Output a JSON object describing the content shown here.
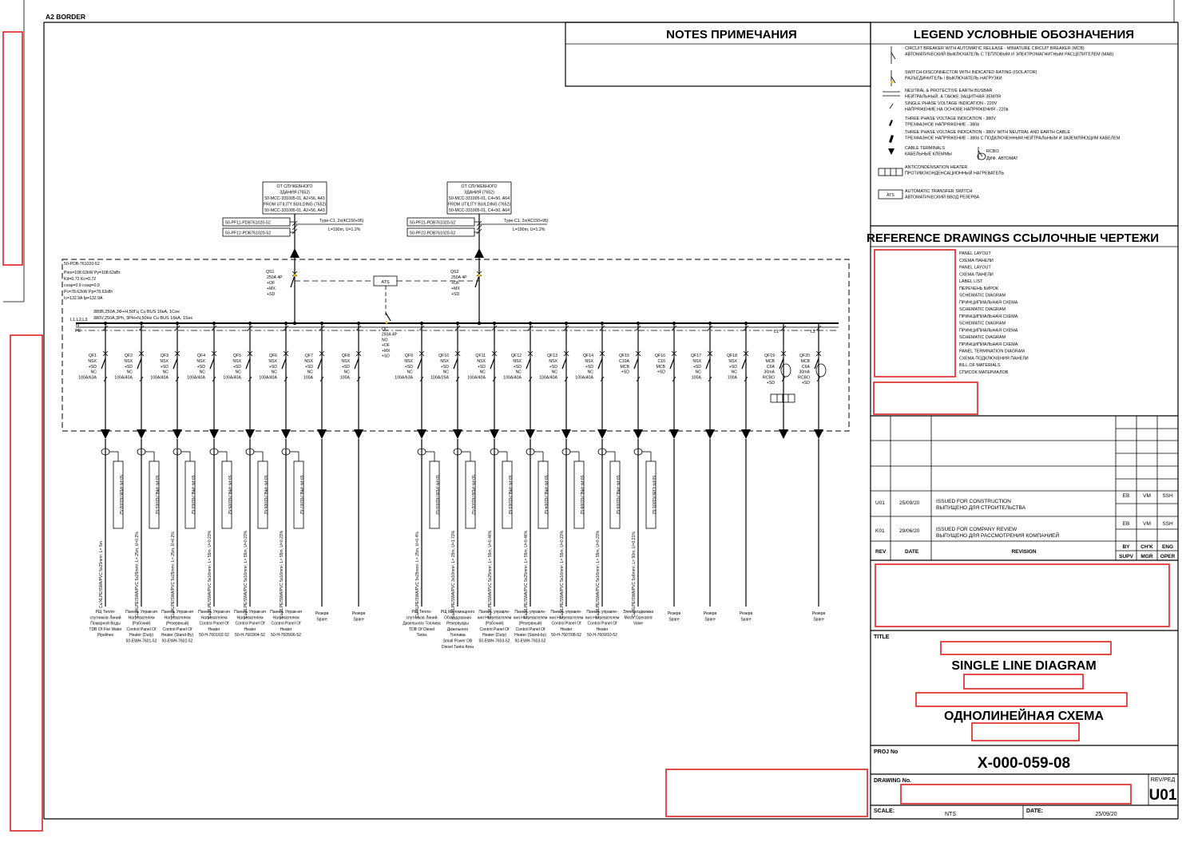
{
  "sheet": {
    "border_label": "A2  BORDER"
  },
  "notes": {
    "title": "NOTES    ПРИМЕЧАНИЯ"
  },
  "legend": {
    "title": "LEGEND   УСЛОВНЫЕ ОБОЗНАЧЕНИЯ",
    "items": [
      [
        "CIRCUIT BREAKER WITH AUTOMATIC RELEASE - MINIATURE CIRCUIT BREAKER (MCB)",
        "АВТОМАТИЧЕСКИЙ ВЫКЛЮЧАТЕЛЬ С ТЕПЛОВЫМ И ЭЛЕКТРОМАГНИТНЫМ РАСЦЕПИТЕЛЕМ (МАВ)"
      ],
      [
        "SWITCH-DISCONNECTOR WITH INDICATED RATING (ISOLATOR)",
        "РАЗЪЕДИНИТЕЛЬ / ВЫКЛЮЧАТЕЛЬ НАГРУЗКИ"
      ],
      [
        "NEUTRAL & PROTECTIVE EARTH BUSBAR",
        "НЕЙТРАЛЬНЫЙ, А ТАКЖЕ ЗАЩИТНАЯ ЗЕМЛЯ"
      ],
      [
        "SINGLE PHASE VOLTAGE INDICATION - 220V",
        "НАПРЯЖЕНИЕ НА ОСНОВЕ НАПРЯЖЕНИЯ - 220в"
      ],
      [
        "THREE PHASE VOLTAGE INDICATION - 380V",
        "ТРЕХФАЗНОЕ НАПРЯЖЕНИЕ - 380в"
      ],
      [
        "THREE PHASE VOLTAGE INDICATION - 380V WITH NEUTRAL AND EARTH CABLE",
        "ТРЕХФАЗНОЕ НАПРЯЖЕНИЕ - 380в С ПОДКЛЮЧЕННЫМ НЕЙТРАЛЬНЫМ И ЗАЗЕМЛЯЮЩИМ КАБЕЛЕМ"
      ],
      [
        "CABLE TERMINALS",
        "КАБЕЛЬНЫЕ КЛЕММЫ"
      ],
      [
        "ANTICONDENSATION HEATER",
        "ПРОТИВОКОНДЕНСАЦИОННЫЙ НАГРЕВАТЕЛЬ"
      ],
      [
        "AUTOMATIC TRANSFER SWITCH",
        "АВТОМАТИЧЕСКИЙ ВВОД РЕЗЕРВА"
      ]
    ],
    "rcbo": [
      "RCBO",
      "ДИФ. АВТОМАТ"
    ],
    "ats_symbol": "ATS"
  },
  "reference": {
    "title": "REFERENCE DRAWINGS    ССЫЛОЧНЫЕ ЧЕРТЕЖИ",
    "items": [
      "PANEL LAYOUT",
      "СХЕМА ПАНЕЛИ",
      "PANEL LAYOUT",
      "СХЕМА ПАНЕЛИ",
      "LABEL LIST",
      "ПЕРЕЧЕНЬ БИРОК",
      "SCHEMATIC DIAGRAM",
      "ПРИНЦИПИАЛЬНАЯ СХЕМА",
      "SCHEMATIC DIAGRAM",
      "ПРИНЦИПИАЛЬНАЯ СХЕМА",
      "SCHEMATIC DIAGRAM",
      "ПРИНЦИПИАЛЬНАЯ СХЕМА",
      "SCHEMATIC DIAGRAM",
      "ПРИНЦИПИАЛЬНАЯ СХЕМА",
      "PANEL TERMINATION DIAGRAM",
      "СХЕМА ПОДКЛЮЧЕНИЯ ПАНЕЛИ",
      "BILL OF MATERIALS",
      "СПИСОК МАТЕРИАЛОВ"
    ]
  },
  "revisions": {
    "rows": [
      {
        "rev": "U01",
        "date": "25/09/20",
        "desc1": "ISSUED FOR CONSTRUCTION",
        "desc2": "ВЫПУЩЕНО ДЛЯ СТРОИТЕЛЬСТВА",
        "by": "EB",
        "chk": "VM",
        "eng": "SSH"
      },
      {
        "rev": "K01",
        "date": "29/06/20",
        "desc1": "ISSUED FOR COMPANY REVIEW",
        "desc2": "ВЫПУЩЕНО ДЛЯ РАССМОТРЕНИЯ КОМПАНИЕЙ",
        "by": "EB",
        "chk": "VM",
        "eng": "SSH"
      }
    ],
    "headers": {
      "rev": "REV",
      "date": "DATE",
      "revision": "REVISION",
      "by": "BY",
      "chk": "CH'K",
      "eng": "ENG",
      "supv": "SUPV",
      "mgr": "MGR",
      "oper": "OPER"
    }
  },
  "title_block": {
    "title_label": "TITLE",
    "title_en": "SINGLE LINE DIAGRAM",
    "title_ru": "ОДНОЛИНЕЙНАЯ СХЕМА",
    "proj_label": "PROJ No",
    "proj_no": "X-000-059-08",
    "drawing_label": "DRAWING No.",
    "rev_label": "REV/РЕД",
    "rev": "U01",
    "scale_label": "SCALE:",
    "scale": "NTS",
    "date_label": "DATE:",
    "date": "25/09/20"
  },
  "diagram": {
    "feeder1": {
      "lines": [
        "ОТ СЛУЖЕБНОГО",
        "ЗДАНИЯ (7652)",
        "50-MCC-331005-01, A2+56, A43",
        "FROM UTILITY BUILDING (7652)",
        "50-MCC-331005-01, A2+56, A43"
      ],
      "tag1": "50-PF11-PDB761020-52",
      "tag2": "50-PF12-PDB761020-52",
      "cable": "Type-C1, 2x(4C150+95)",
      "len": "L=190m, U=1.2%"
    },
    "feeder2": {
      "lines": [
        "ОТ СЛУЖЕБНОГО",
        "ЗДАНИЯ (7652)",
        "50-MCC-331005-01, C4+50, A64",
        "FROM UTILITY BUILDING (7652)",
        "50-MCC-331005-01, C4+50, A64"
      ],
      "tag1": "50-PF21-PDB761020-52",
      "tag2": "50-PF22-PDB761020-52",
      "cable": "Type-C1, 2x(4C150+95)",
      "len": "L=190m, U=1.2%"
    },
    "panel": {
      "lines": [
        "50-PDB-761020-52",
        "Pins=108.62kW     Py=108.62кВт",
        "Kd=0.72              Kc=0.72",
        "cosφ=0.9             cosφ=0.9",
        "Pc=78.62kW         Pp=78.62кВт",
        "Ic=132.9A            Ip=132.9A"
      ]
    },
    "bus": {
      "ru": "380В,250А,3Ф+Н,50Гц Cu BUS 16кА, 1Сек",
      "en": "380V,250A,3Ph, 3PH+N,50Hz Cu BUS 16kA, 1Sec",
      "phases": "L1,L2,L3",
      "n": "N",
      "pe": "PE"
    },
    "qs1": [
      "QS1",
      "250A 4P",
      "+OF",
      "+MX",
      "+SD"
    ],
    "qs2": [
      "QS2",
      "250A 4P",
      "+OF",
      "+MX",
      "+SD"
    ],
    "ats": "ATS",
    "qc": [
      "QC",
      "250A 4P",
      "NO",
      "+OF",
      "+MX",
      "+SD"
    ],
    "l1": "L1",
    "l2": "L2",
    "breakers": [
      {
        "id": "QF1",
        "lines": [
          "NSX",
          "+SD",
          "NC",
          "100A/63A"
        ],
        "cable": "50-PF-PDB761002-52",
        "spec": "Cu/XLPE/SWA/PVC 5x25mm², L= 5m",
        "load": [
          "РЩ Тепло-",
          "спутников Линий",
          "Пожарной Воды",
          "TDB Of Fire Water",
          "Pipelines"
        ]
      },
      {
        "id": "QF2",
        "lines": [
          "NSX",
          "+SD",
          "NC",
          "100A/40A"
        ],
        "cable": "50-PF-PNL761001-52",
        "spec": "Cu/XLPE/SWA/PVC 5x25mm², L= 25m, U=0.2%",
        "load": [
          "Панель Управ-ия",
          "Нагревателем",
          "(Рабочий)",
          "Control Panel Of",
          "Heater (Duty)",
          "50-EWH-7601-52"
        ]
      },
      {
        "id": "QF3",
        "lines": [
          "NSX",
          "+SD",
          "NC",
          "100A/40A"
        ],
        "cable": "50-PF-PNL761002-52",
        "spec": "Cu/XLPE/SWA/PVC 5x25mm², L= 25m, U=0.2%",
        "load": [
          "Панель Управ-ия",
          "Нагревателем",
          "(Резервный)",
          "Control Panel Of",
          "Heater (Stand-By)",
          "50-EWH-7602-52"
        ]
      },
      {
        "id": "QF4",
        "lines": [
          "NSX",
          "+SD",
          "NC",
          "100A/40A"
        ],
        "cable": "50-PF-PNL761005-52",
        "spec": "Cu/XLPE/SWA/PVC 5x16mm², L= 55m, U=0.23%",
        "load": [
          "Панель Управ-ия",
          "Нагревателем",
          "Control Panel Of",
          "Heater",
          "50-H-7601/02-52"
        ]
      },
      {
        "id": "QF5",
        "lines": [
          "NSX",
          "+SD",
          "NC",
          "100A/40A"
        ],
        "cable": "50-PF-PNL761006-52",
        "spec": "Cu/XLPE/SWA/PVC 5x16mm², L= 55m, U=0.23%",
        "load": [
          "Панель Управ-ия",
          "Нагревателем",
          "Control Panel Of",
          "Heater",
          "50-H-7603/04-52"
        ]
      },
      {
        "id": "QF6",
        "lines": [
          "NSX",
          "+SD",
          "NC",
          "100A/40A"
        ],
        "cable": "50-PF-PNL761007-52",
        "spec": "Cu/XLPE/SWA/PVC 5x16mm², L= 55m, U=0.23%",
        "load": [
          "Панель Управ-ия",
          "Нагревателем",
          "Control Panel Of",
          "Heater",
          "50-H-7605/06-52"
        ]
      },
      {
        "id": "QF7",
        "lines": [
          "NSX",
          "+SD",
          "NC",
          "100A"
        ],
        "cable": "",
        "spec": "",
        "load": [
          "Резерв",
          "Spare"
        ]
      },
      {
        "id": "QF8",
        "lines": [
          "NSX",
          "+SD",
          "NC",
          "100A"
        ],
        "cable": "",
        "spec": "",
        "load": [
          "Резерв",
          "Spare"
        ]
      },
      {
        "id": "QF9",
        "lines": [
          "NSX",
          "+SD",
          "NC",
          "100A/63A"
        ],
        "cable": "50-PF-PDB761003-52",
        "spec": "Cu/XLPE/SWA/PVC 5x25mm², L= 25m, U=0.4%",
        "load": [
          "РЩ Тепло-",
          "спутников Линий",
          "Дизельного Топлива",
          "TDB Of Diesel",
          "Tanks"
        ]
      },
      {
        "id": "QF10",
        "lines": [
          "NSX",
          "+SD",
          "NC",
          "100A/25A"
        ],
        "cable": "50-PF-PDB761002-52",
        "spec": "Cu/XLPE/SWA/PVC 3x10mm², L= 25m, U=1.72%",
        "load": [
          "РЩ Маломощного",
          "Оборудования",
          "Резервуары",
          "Дизельного",
          "Топлива",
          "Small Power DB",
          "Diesel Tanks Area"
        ]
      },
      {
        "id": "QF11",
        "lines": [
          "NSX",
          "+SD",
          "NC",
          "100A/40A"
        ],
        "cable": "50-PF-PNL761003-52",
        "spec": "Cu/XLPE/SWA/PVC 5x25mm², L= 55m, U=0.46%",
        "load": [
          "Панель управле-",
          "ния Нагревателем",
          "(Рабочий)",
          "Control Panel Of",
          "Heater (Duty)",
          "50-EWH-7603-52"
        ]
      },
      {
        "id": "QF12",
        "lines": [
          "NSX",
          "+SD",
          "NC",
          "100A/40A"
        ],
        "cable": "50-PF-PNL761004-52",
        "spec": "Cu/XLPE/SWA/PVC 5x25mm², L= 55m, U=0.46%",
        "load": [
          "Панель управле-",
          "ния Нагревателем",
          "(Резервный)",
          "Control Panel Of",
          "Heater (Stand-by)",
          "50-EWH-7603-52"
        ]
      },
      {
        "id": "QF13",
        "lines": [
          "NSX",
          "+SD",
          "NC",
          "100A/40A"
        ],
        "cable": "50-PF-PNL761008-52",
        "spec": "Cu/XLPE/SWA/PVC 5x16mm², L= 55m, U=0.23%",
        "load": [
          "Панель управле-",
          "ния Нагревателем",
          "Control Panel Of",
          "Heater",
          "50-H-7607/08-52"
        ]
      },
      {
        "id": "QF14",
        "lines": [
          "NSX",
          "+SD",
          "NC",
          "100A/40A"
        ],
        "cable": "50-PF-PNL761009-52",
        "spec": "Cu/XLPE/SWA/PVC 5x16mm², L= 55m, U=0.23%",
        "load": [
          "Панель управле-",
          "ния Нагревателем",
          "Control Panel Of",
          "Heater",
          "50-H-7609/10-52"
        ]
      },
      {
        "id": "QF15",
        "lines": [
          "C10A",
          "MCB",
          "+SD"
        ],
        "cable": "50-PF-LVB761001-52",
        "spec": "Cu/XLPE/SWA/PVC 5x4mm², L= 50m, U=0.21%",
        "load": [
          "Электроздвижка",
          "Motor Operated",
          "Valve"
        ]
      },
      {
        "id": "QF16",
        "lines": [
          "C16",
          "MCB",
          "+SD"
        ],
        "cable": "",
        "spec": "",
        "load": [
          "Резерв",
          "Spare"
        ]
      },
      {
        "id": "QF17",
        "lines": [
          "NSX",
          "+SD",
          "NC",
          "100A"
        ],
        "cable": "",
        "spec": "",
        "load": [
          "Резерв",
          "Spare"
        ]
      },
      {
        "id": "QF18",
        "lines": [
          "NSX",
          "+SD",
          "NC",
          "100A"
        ],
        "cable": "",
        "spec": "",
        "load": [
          "Резерв",
          "Spare"
        ]
      },
      {
        "id": "QF19",
        "lines": [
          "MCB",
          "C6A",
          "30mA",
          "RCBO",
          "+SD"
        ],
        "cable": "",
        "spec": "",
        "load": []
      },
      {
        "id": "QF20",
        "lines": [
          "MCB",
          "C6A",
          "30mA",
          "RCBO",
          "+SD"
        ],
        "cable": "",
        "spec": "",
        "load": [
          "Резерв",
          "Spare"
        ]
      }
    ]
  }
}
